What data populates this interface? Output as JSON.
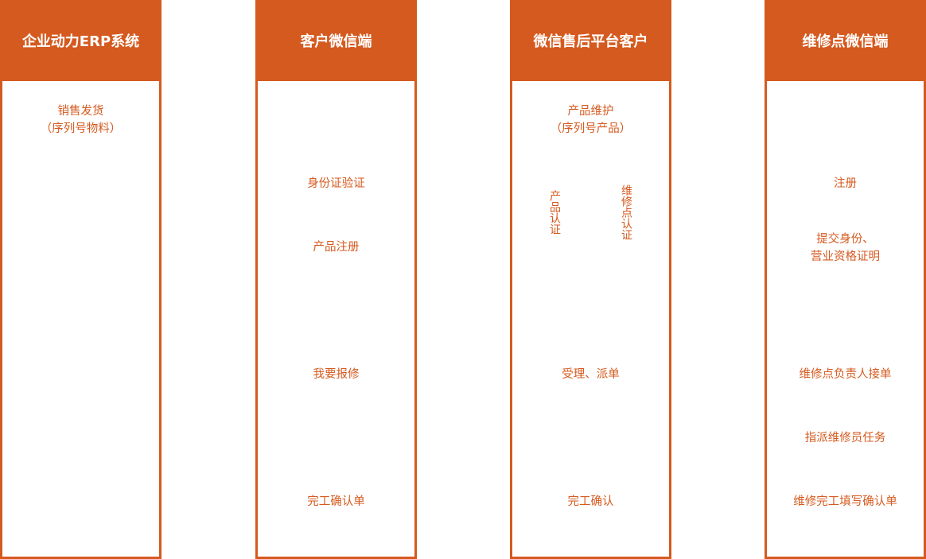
{
  "colors": {
    "accent": "#d55a1f",
    "header_text": "#ffffff",
    "step_text": "#d55a1f"
  },
  "lanes": [
    {
      "title": "企业动力ERP系统",
      "steps": [
        {
          "label": "销售发货\n（序列号物料）"
        }
      ]
    },
    {
      "title": "客户微信端",
      "steps": [
        {
          "label": "身份证验证"
        },
        {
          "label": "产品注册"
        },
        {
          "label": "我要报修"
        },
        {
          "label": "完工确认单"
        }
      ]
    },
    {
      "title": "微信售后平台客户",
      "steps": [
        {
          "label": "产品维护\n（序列号产品）"
        },
        {
          "label": "受理、派单"
        },
        {
          "label": "完工确认"
        }
      ],
      "vertical_steps": [
        {
          "label": "产品认证"
        },
        {
          "label": "维修点认证"
        }
      ]
    },
    {
      "title": "维修点微信端",
      "steps": [
        {
          "label": "注册"
        },
        {
          "label": "提交身份、\n营业资格证明"
        },
        {
          "label": "维修点负责人接单"
        },
        {
          "label": "指派维修员任务"
        },
        {
          "label": "维修完工填写确认单"
        }
      ]
    }
  ]
}
